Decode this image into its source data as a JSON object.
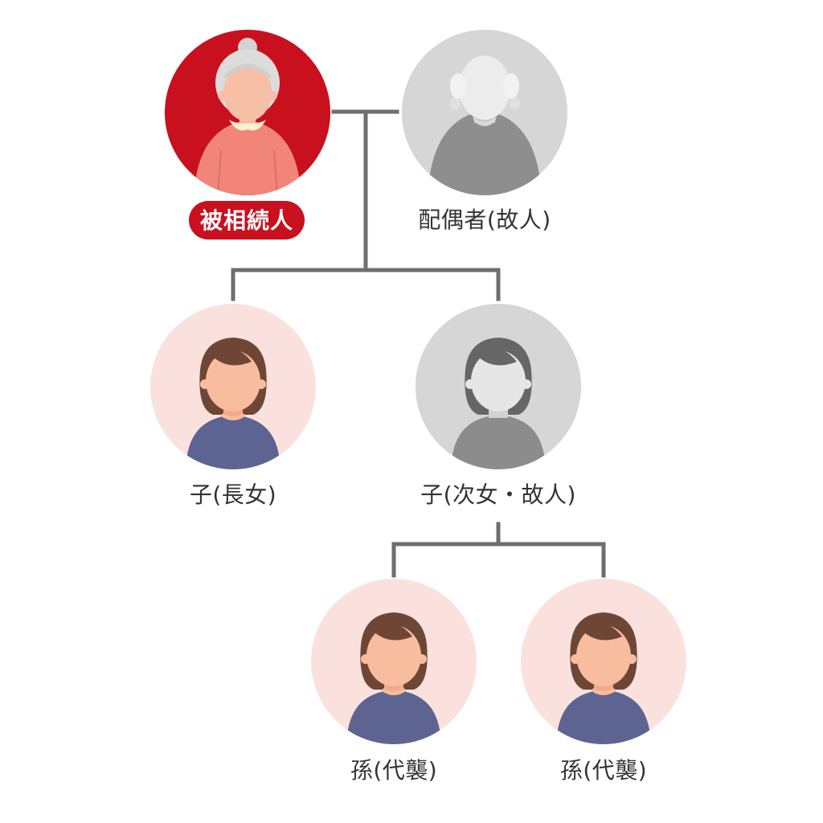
{
  "diagram": {
    "deceased_label": "被相続人",
    "spouse_label": "配偶者(故人)",
    "child1_label": "子(長女)",
    "child2_label": "子(次女・故人)",
    "grandchild1_label": "孫(代襲)",
    "grandchild2_label": "孫(代襲)"
  },
  "colors": {
    "accent_red": "#c8101e",
    "line_gray": "#6e6e6e",
    "alive_circle": "#fbe1dd",
    "deceased_circle": "#d6d6d6"
  }
}
